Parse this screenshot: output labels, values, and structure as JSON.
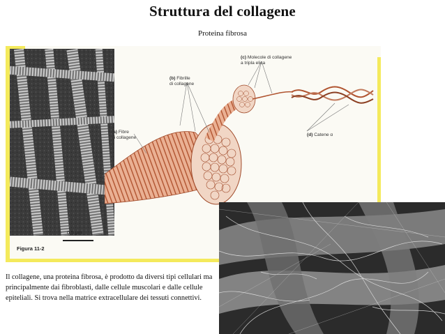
{
  "slide": {
    "title": "Struttura del collagene",
    "subtitle": "Proteina fibrosa",
    "description": "Il collagene, una proteina fibrosa, è prodotto da diversi tipi cellulari ma principalmente dai fibroblasti, dalle cellule muscolari e dalle cellule epiteliali. Si trova nella matrice extracellulare dei tessuti connettivi."
  },
  "figure": {
    "labels": {
      "a": {
        "letter": "(a)",
        "line1": "Fibre",
        "line2": "di collagene"
      },
      "b": {
        "letter": "(b)",
        "line1": "Fibrille",
        "line2": "di collagene"
      },
      "c": {
        "letter": "(c)",
        "line1": "Molecole di collagene",
        "line2": "a tripla elica"
      },
      "d": {
        "letter": "(d)",
        "line1": "Catene α",
        "line2": ""
      }
    },
    "scale": "0,5 μm",
    "number": "Figura 11-2"
  },
  "colors": {
    "accent_yellow": "#f4ea5c",
    "fiber_salmon": "#e8a483",
    "fiber_stripe": "#b0532f"
  }
}
